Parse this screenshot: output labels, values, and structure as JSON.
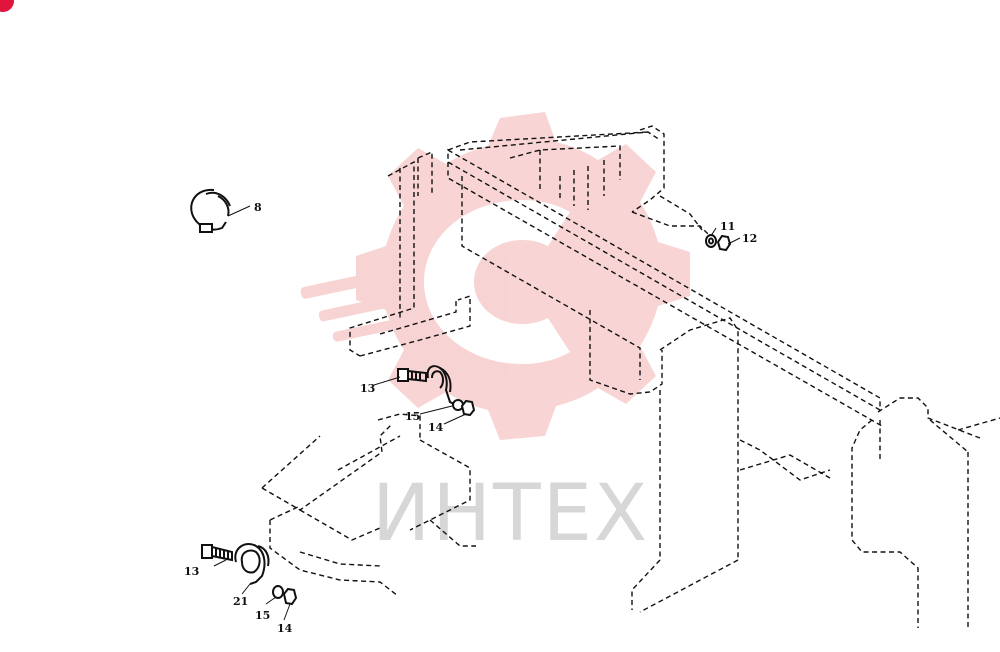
{
  "watermark": {
    "text": "ИНТЕХ",
    "color": "#f5c8c8"
  },
  "callouts": {
    "c8": "8",
    "c11": "11",
    "c12": "12",
    "c13a": "13",
    "c15a": "15",
    "c14a": "14",
    "c13b": "13",
    "c21": "21",
    "c15b": "15",
    "c14b": "14"
  },
  "icons": {
    "corner_badge": "red-badge-icon"
  }
}
